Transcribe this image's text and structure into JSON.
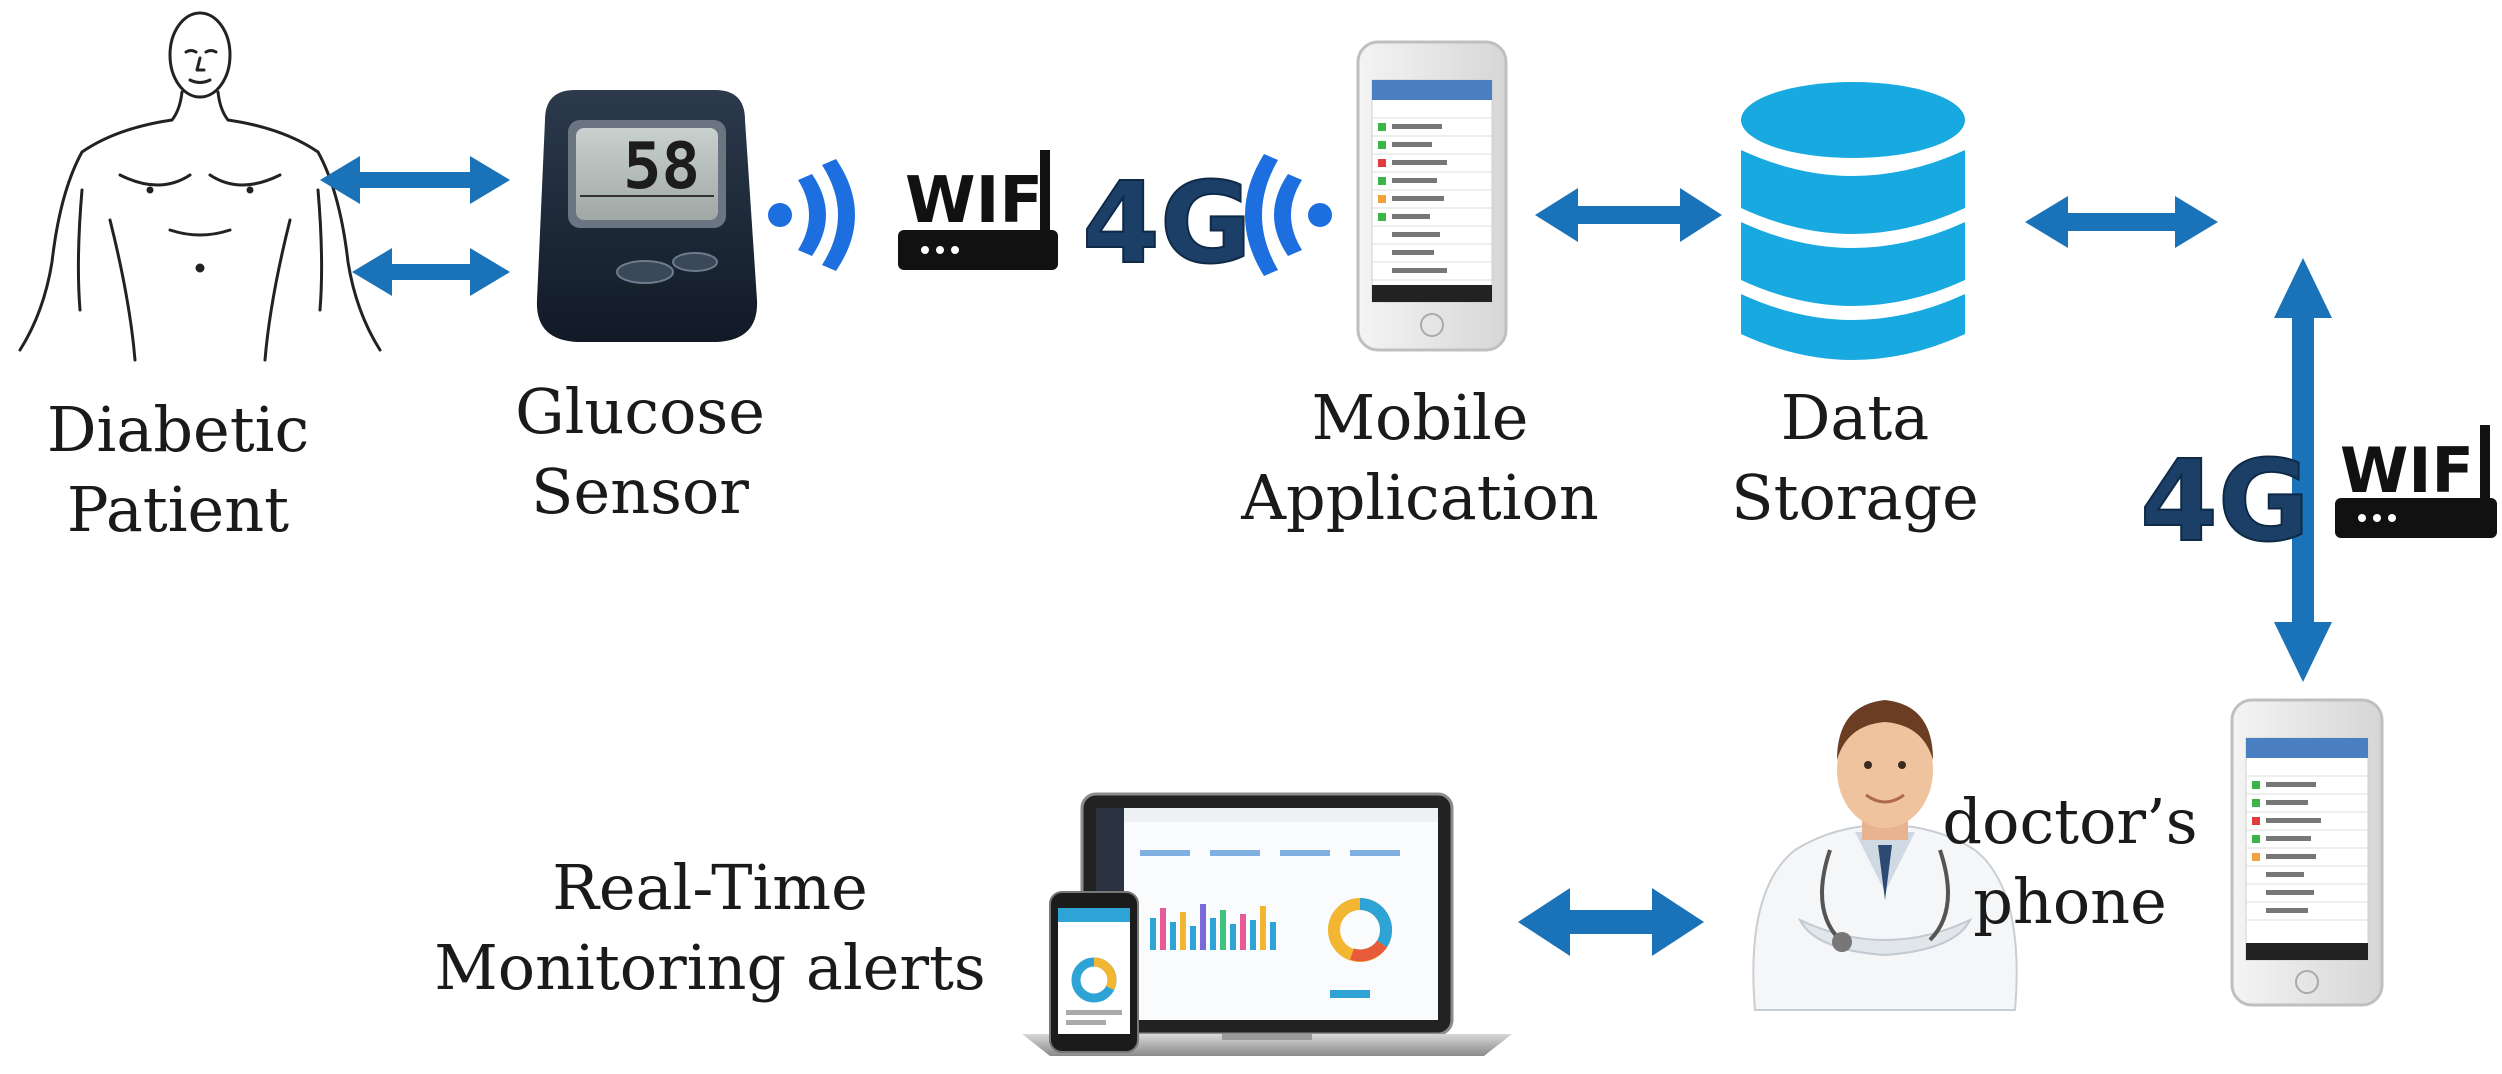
{
  "nodes": {
    "patient": {
      "line1": "Diabetic",
      "line2": "Patient"
    },
    "glucose_sensor": {
      "line1": "Glucose",
      "line2": "Sensor",
      "display_value": "58"
    },
    "mobile_app": {
      "line1": "Mobile",
      "line2": "Application"
    },
    "data_storage": {
      "line1": "Data",
      "line2": "Storage"
    },
    "doctor_phone": {
      "line1": "doctor’s",
      "line2": "phone"
    },
    "monitoring": {
      "line1": "Real-Time",
      "line2": "Monitoring alerts"
    }
  },
  "network": {
    "wifi_label": "WIF",
    "cellular_label": "4G"
  },
  "colors": {
    "arrow": "#1a72b8",
    "network_text": "#1b3f66",
    "signal": "#1d6fe0",
    "database": "#19a9e1"
  }
}
